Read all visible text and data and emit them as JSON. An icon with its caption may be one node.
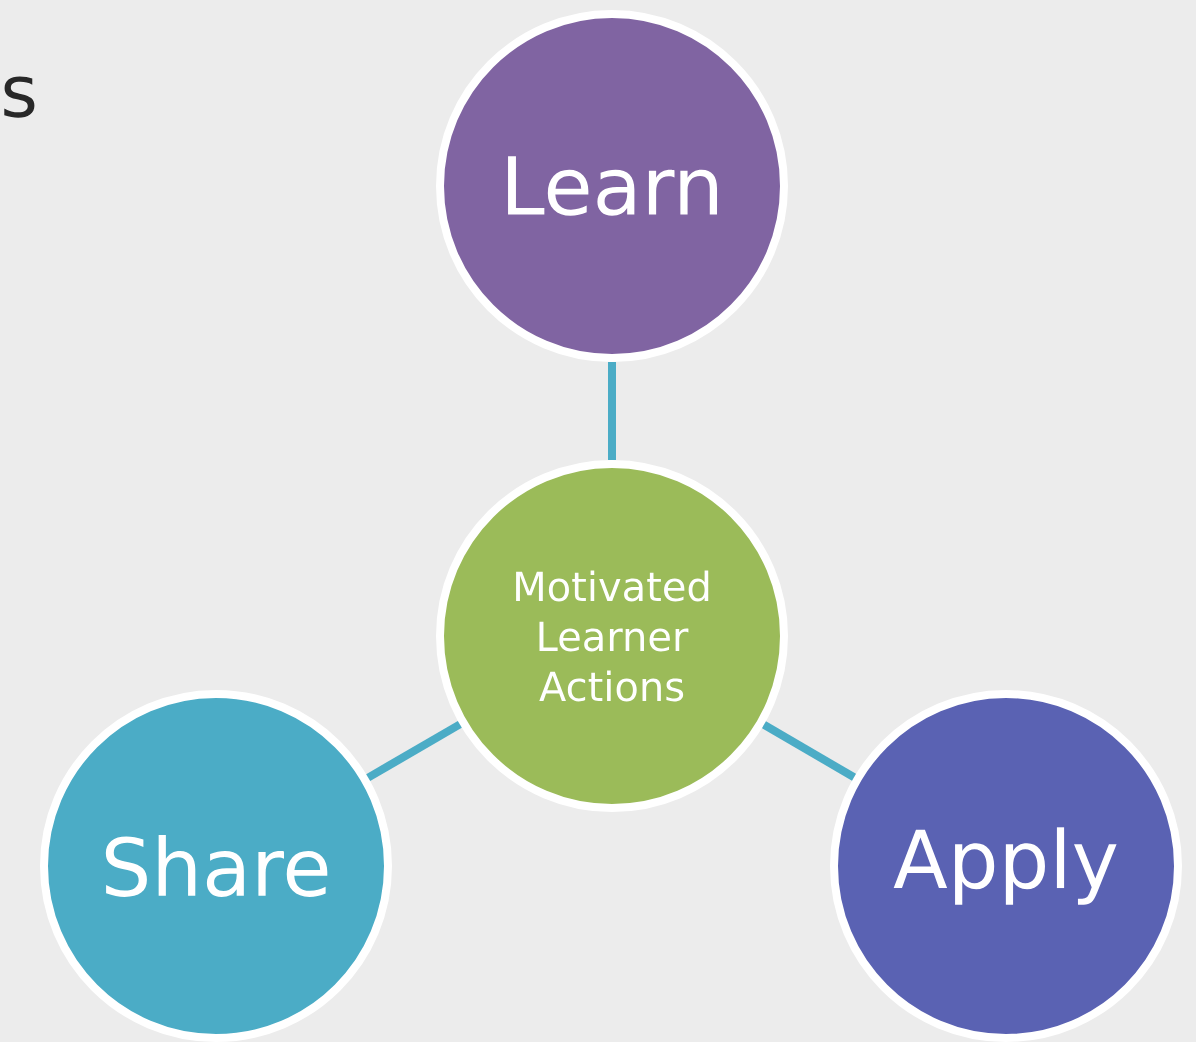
{
  "diagram": {
    "nodes": [
      {
        "text": [
          "Learn"
        ]
      },
      {
        "text": [
          "Motivated Learner Actions"
        ]
      },
      {
        "text": [
          "Share"
        ]
      },
      {
        "text": [
          "Apply"
        ]
      }
    ],
    "edges": [
      {
        "from": 1,
        "to": 0,
        "arrow": "none"
      },
      {
        "from": 1,
        "to": 2,
        "arrow": "none"
      },
      {
        "from": 1,
        "to": 3,
        "arrow": "none"
      }
    ],
    "labels": [
      "s"
    ]
  }
}
